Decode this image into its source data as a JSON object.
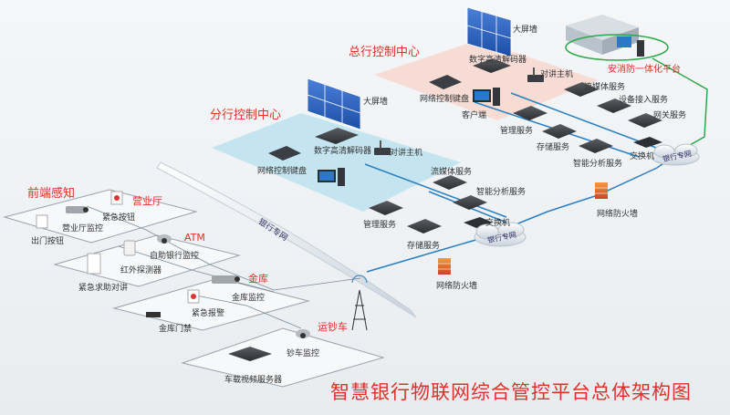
{
  "title": "智慧银行物联网综合管控平台总体架构图",
  "sections": {
    "front": "前端感知",
    "branch": "分行控制中心",
    "hq": "总行控制中心",
    "fire": "安消防一体化平台"
  },
  "zones": {
    "hall": "营业厅",
    "atm": "ATM",
    "vault": "金库",
    "cash": "运钞车"
  },
  "hall": {
    "emergency_btn": "紧急按钮",
    "hall_monitor": "营业厅监控",
    "exit_btn": "出门按钮"
  },
  "atm": {
    "self_bank_monitor": "自助银行监控",
    "ir_detector": "红外探测器",
    "emergency_intercom": "紧急求助对讲"
  },
  "vault": {
    "vault_monitor": "金库监控",
    "emergency_alarm": "紧急报警",
    "vault_door": "金库门禁"
  },
  "cash": {
    "car_monitor": "钞车监控",
    "car_video_server": "车载视频服务器"
  },
  "branch": {
    "big_screen": "大屏墙",
    "decoder": "数字高清解码器",
    "intercom": "对讲主机",
    "keyboard": "网络控制键盘",
    "stream": "流媒体服务",
    "analysis": "智能分析服务",
    "manage": "管理服务",
    "switch": "交换机",
    "storage": "存储服务"
  },
  "hq": {
    "big_screen": "大屏墙",
    "decoder": "数字高清解码器",
    "intercom": "对讲主机",
    "keyboard": "网络控制键盘",
    "client": "客户端",
    "stream": "流媒体服务",
    "device_access": "设备接入服务",
    "gateway": "网关服务",
    "manage": "管理服务",
    "storage": "存储服务",
    "analysis": "智能分析服务",
    "switch": "交换机"
  },
  "network": {
    "bank_net_1": "银行专网",
    "bank_net_2": "银行专网",
    "bank_net_3": "银行专网",
    "firewall_1": "网络防火墙",
    "firewall_2": "网络防火墙"
  },
  "colors": {
    "accent_red": "#d9342b",
    "branch_zone": "#bfe3ee",
    "hq_zone": "#f6d9cf",
    "link_blue": "#2a7fc0",
    "link_green": "#2ea84a"
  }
}
